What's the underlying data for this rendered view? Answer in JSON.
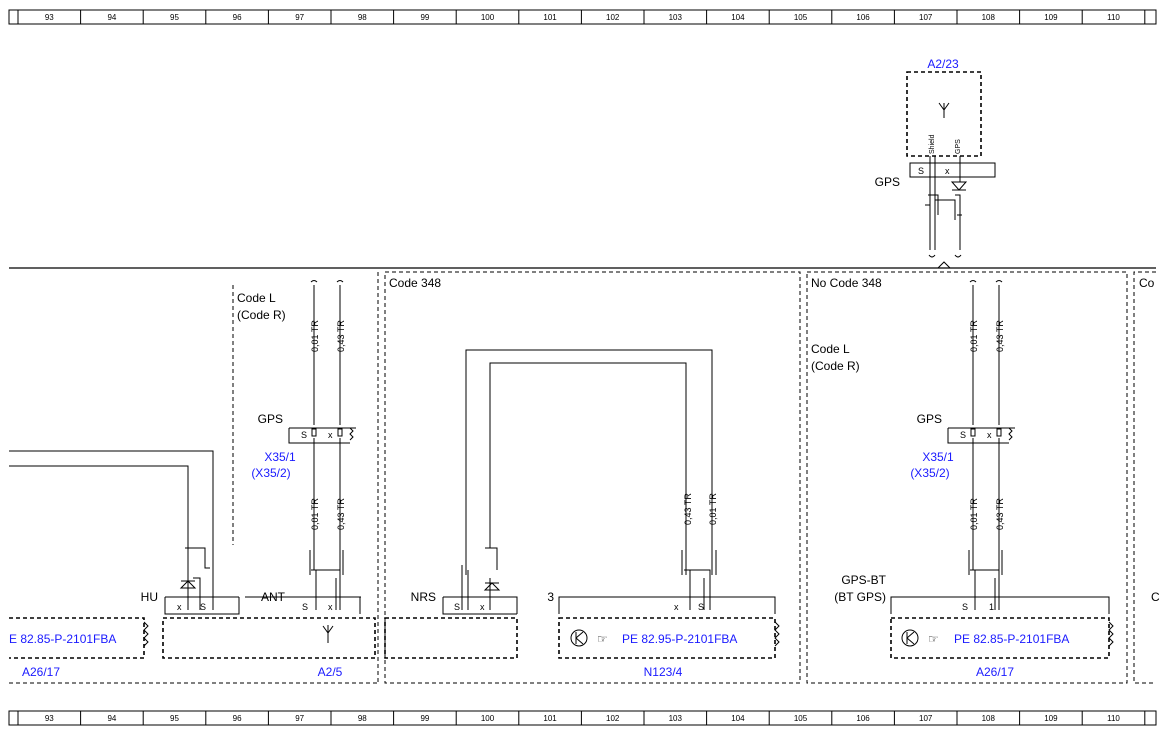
{
  "grid": {
    "columns": [
      "93",
      "94",
      "95",
      "96",
      "97",
      "98",
      "99",
      "100",
      "101",
      "102",
      "103",
      "104",
      "105",
      "106",
      "107",
      "108",
      "109",
      "110"
    ]
  },
  "components": {
    "a2_23": {
      "label": "A2/23",
      "shield_pin": "Shield",
      "gps_pin": "GPS",
      "s_pin": "S",
      "x_pin": "x",
      "connector": "GPS"
    },
    "left": {
      "code_l": "Code L",
      "code_r": "(Code R)",
      "x35_1": "X35/1",
      "x35_2": "(X35/2)",
      "gps": "GPS",
      "s": "S",
      "x": "x",
      "wire1_top": "0,01 TR",
      "wire2_top": "0,43 TR",
      "wire1_bot": "0,01 TR",
      "wire2_bot": "0,43 TR",
      "hu": "HU",
      "ant": "ANT",
      "pin_x1": "x",
      "pin_s1": "S",
      "pin_s2": "S",
      "pin_x2": "x",
      "pe_ref": "E 82.85-P-2101FBA",
      "a26_17": "A26/17",
      "a2_5": "A2/5"
    },
    "code348": {
      "label": "Code 348",
      "wire1": "0,43 TR",
      "wire2": "0,01 TR",
      "nrs": "NRS",
      "pin3": "3",
      "pin_s1": "S",
      "pin_x1": "x",
      "pin_x2": "x",
      "pin_s2": "S",
      "pe_ref": "PE 82.95-P-2101FBA",
      "n123_4": "N123/4"
    },
    "nocode348": {
      "label": "No Code 348",
      "code_l": "Code L",
      "code_r": "(Code R)",
      "wire1_top": "0,01 TR",
      "wire2_top": "0,43 TR",
      "gps": "GPS",
      "s": "S",
      "x": "x",
      "x35_1": "X35/1",
      "x35_2": "(X35/2)",
      "wire1_bot": "0,01 TR",
      "wire2_bot": "0,43 TR",
      "gps_bt": "GPS-BT",
      "bt_gps": "(BT GPS)",
      "pin_s": "S",
      "pin_1": "1",
      "pe_ref": "PE 82.85-P-2101FBA",
      "a26_17": "A26/17"
    },
    "right_edge": {
      "co": "Co",
      "c": "C"
    }
  }
}
